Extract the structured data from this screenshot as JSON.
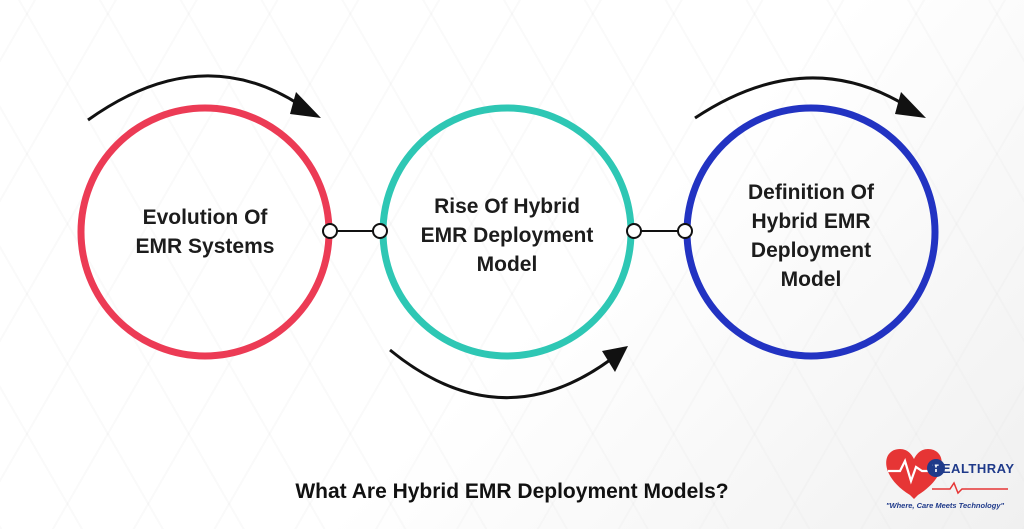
{
  "nodes": [
    {
      "lines": [
        "Evolution Of",
        "EMR Systems"
      ],
      "color": "#ec3b55"
    },
    {
      "lines": [
        "Rise Of Hybrid",
        "EMR Deployment",
        "Model"
      ],
      "color": "#2ec7b4"
    },
    {
      "lines": [
        "Definition Of",
        "Hybrid EMR",
        "Deployment",
        "Model"
      ],
      "color": "#2233c2"
    }
  ],
  "title": "What Are Hybrid EMR Deployment Models?",
  "logo": {
    "brand": "HEALTHRAY",
    "tagline": "\"Where, Care Meets Technology\"",
    "heart_color": "#e63535",
    "brand_color": "#1f3a8a"
  }
}
